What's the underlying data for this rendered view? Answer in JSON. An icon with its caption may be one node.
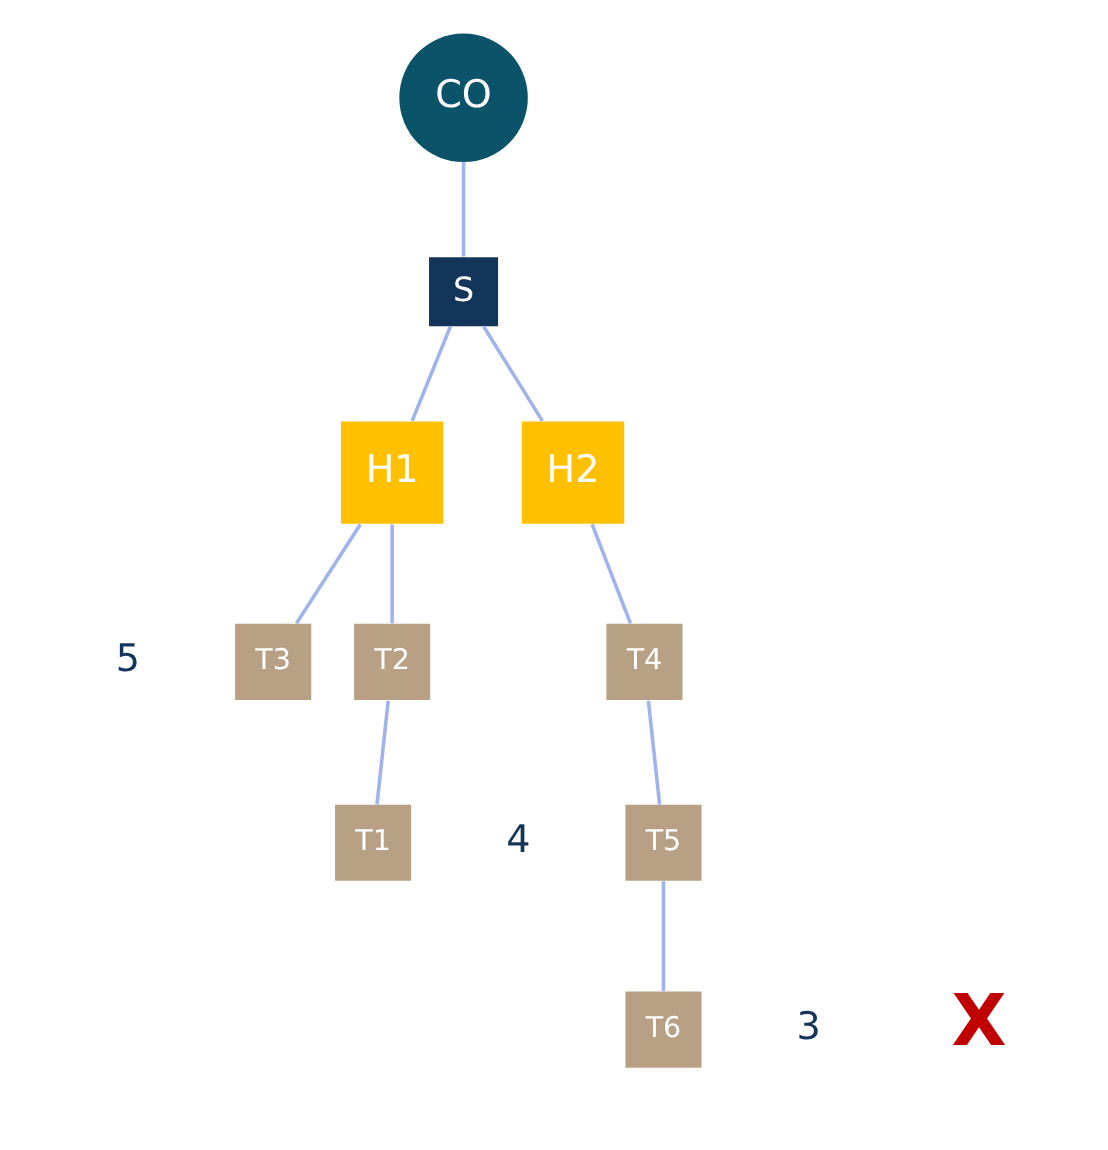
{
  "diagram": {
    "nodes": [
      {
        "text": [
          "CO"
        ]
      },
      {
        "text": [
          "S"
        ]
      },
      {
        "text": [
          "H1"
        ]
      },
      {
        "text": [
          "H2"
        ]
      },
      {
        "text": [
          "T3"
        ],
        "beside": [
          "5"
        ]
      },
      {
        "text": [
          "T2"
        ]
      },
      {
        "text": [
          "T1"
        ],
        "beside": [
          "4"
        ]
      },
      {
        "text": [
          "T4"
        ]
      },
      {
        "text": [
          "T5"
        ]
      },
      {
        "text": [
          "T6"
        ],
        "beside": [
          "3",
          "X"
        ]
      }
    ],
    "edges": [
      {
        "from": 0,
        "to": 1,
        "arrow": "none"
      },
      {
        "from": 1,
        "to": 2,
        "arrow": "none"
      },
      {
        "from": 1,
        "to": 3,
        "arrow": "none"
      },
      {
        "from": 2,
        "to": 4,
        "arrow": "none"
      },
      {
        "from": 2,
        "to": 5,
        "arrow": "none"
      },
      {
        "from": 5,
        "to": 6,
        "arrow": "none"
      },
      {
        "from": 3,
        "to": 7,
        "arrow": "none"
      },
      {
        "from": 7,
        "to": 8,
        "arrow": "none"
      },
      {
        "from": 8,
        "to": 9,
        "arrow": "none"
      }
    ]
  }
}
